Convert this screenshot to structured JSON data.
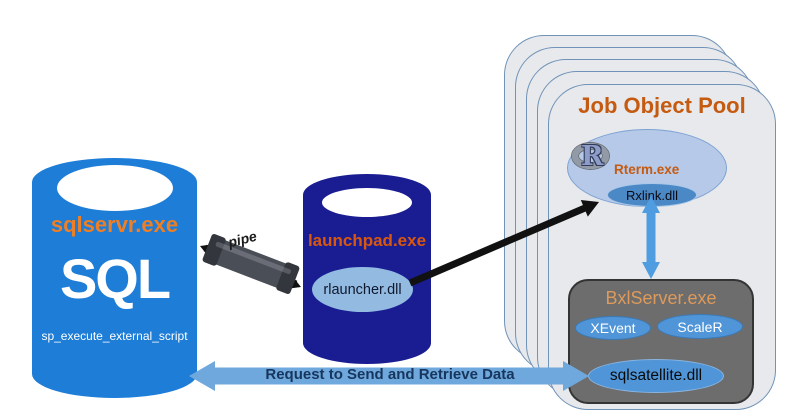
{
  "colors": {
    "sql-blue": "#1d7dd7",
    "launchpad-navy": "#1a1d92",
    "light-ellipse": "#93bbe2",
    "card-fill": "#e8e9ec",
    "card-border": "#7093b8",
    "rterm-fill": "#b6c9e8",
    "rterm-border": "#7da3d4",
    "rxlink-fill": "#4b88c6",
    "comp-blue": "#4f95d8",
    "gray-fill": "#6d6d6d",
    "arrow-blue": "#6fa8dc",
    "v-arrow-blue": "#4f9ce0",
    "orange-bright": "#ee7f25",
    "orange-red": "#d9570e",
    "orange-dark": "#c55a11",
    "orange-soft": "#dd9a5b",
    "navy-text": "#17365d",
    "black-arrow": "#111111",
    "pipe-mid": "#4a4e57",
    "pipe-dark": "#33363d"
  },
  "sql_server": {
    "process": "sqlservr.exe",
    "logo": "SQL",
    "stored_procedure": "sp_execute_external_script"
  },
  "pipe": {
    "label": "pipe"
  },
  "launchpad": {
    "process": "launchpad.exe",
    "dll": "rlauncher.dll"
  },
  "job_object_pool": {
    "title": "Job Object Pool",
    "rterm": {
      "label": "Rterm.exe",
      "dll": "Rxlink.dll",
      "r_logo": "R"
    },
    "bxlserver": {
      "label": "BxlServer.exe",
      "components": [
        {
          "label": "XEvent"
        },
        {
          "label": "ScaleR"
        }
      ],
      "dll": "sqlsatellite.dll"
    }
  },
  "data_flow": {
    "label": "Request to Send and Retrieve Data"
  }
}
